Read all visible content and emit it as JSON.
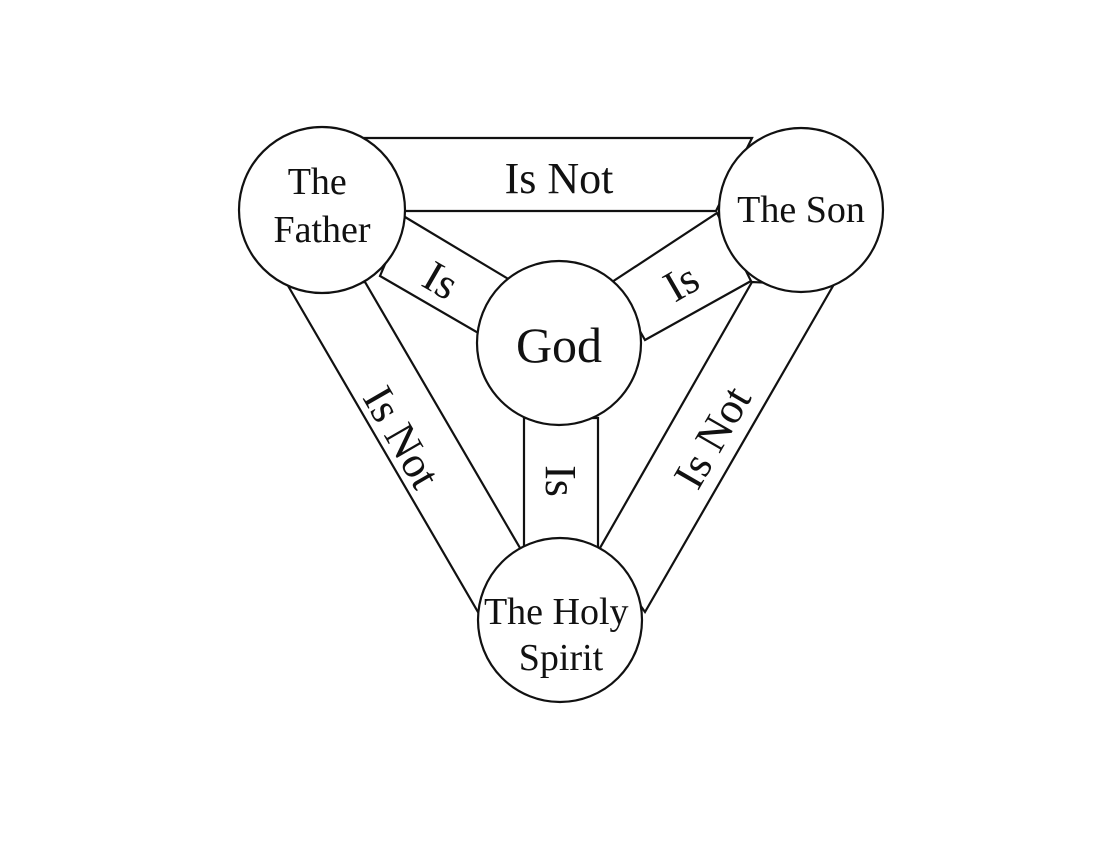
{
  "diagram": {
    "nodes": {
      "father": {
        "line1": "The",
        "line2": "Father"
      },
      "son": {
        "label": "The Son"
      },
      "spirit": {
        "line1": "The Holy",
        "line2": "Spirit"
      },
      "god": {
        "label": "God"
      }
    },
    "edges": {
      "father_son": "Is Not",
      "father_spirit": "Is Not",
      "son_spirit": "Is Not",
      "father_god": "Is",
      "son_god": "Is",
      "spirit_god": "Is"
    }
  }
}
